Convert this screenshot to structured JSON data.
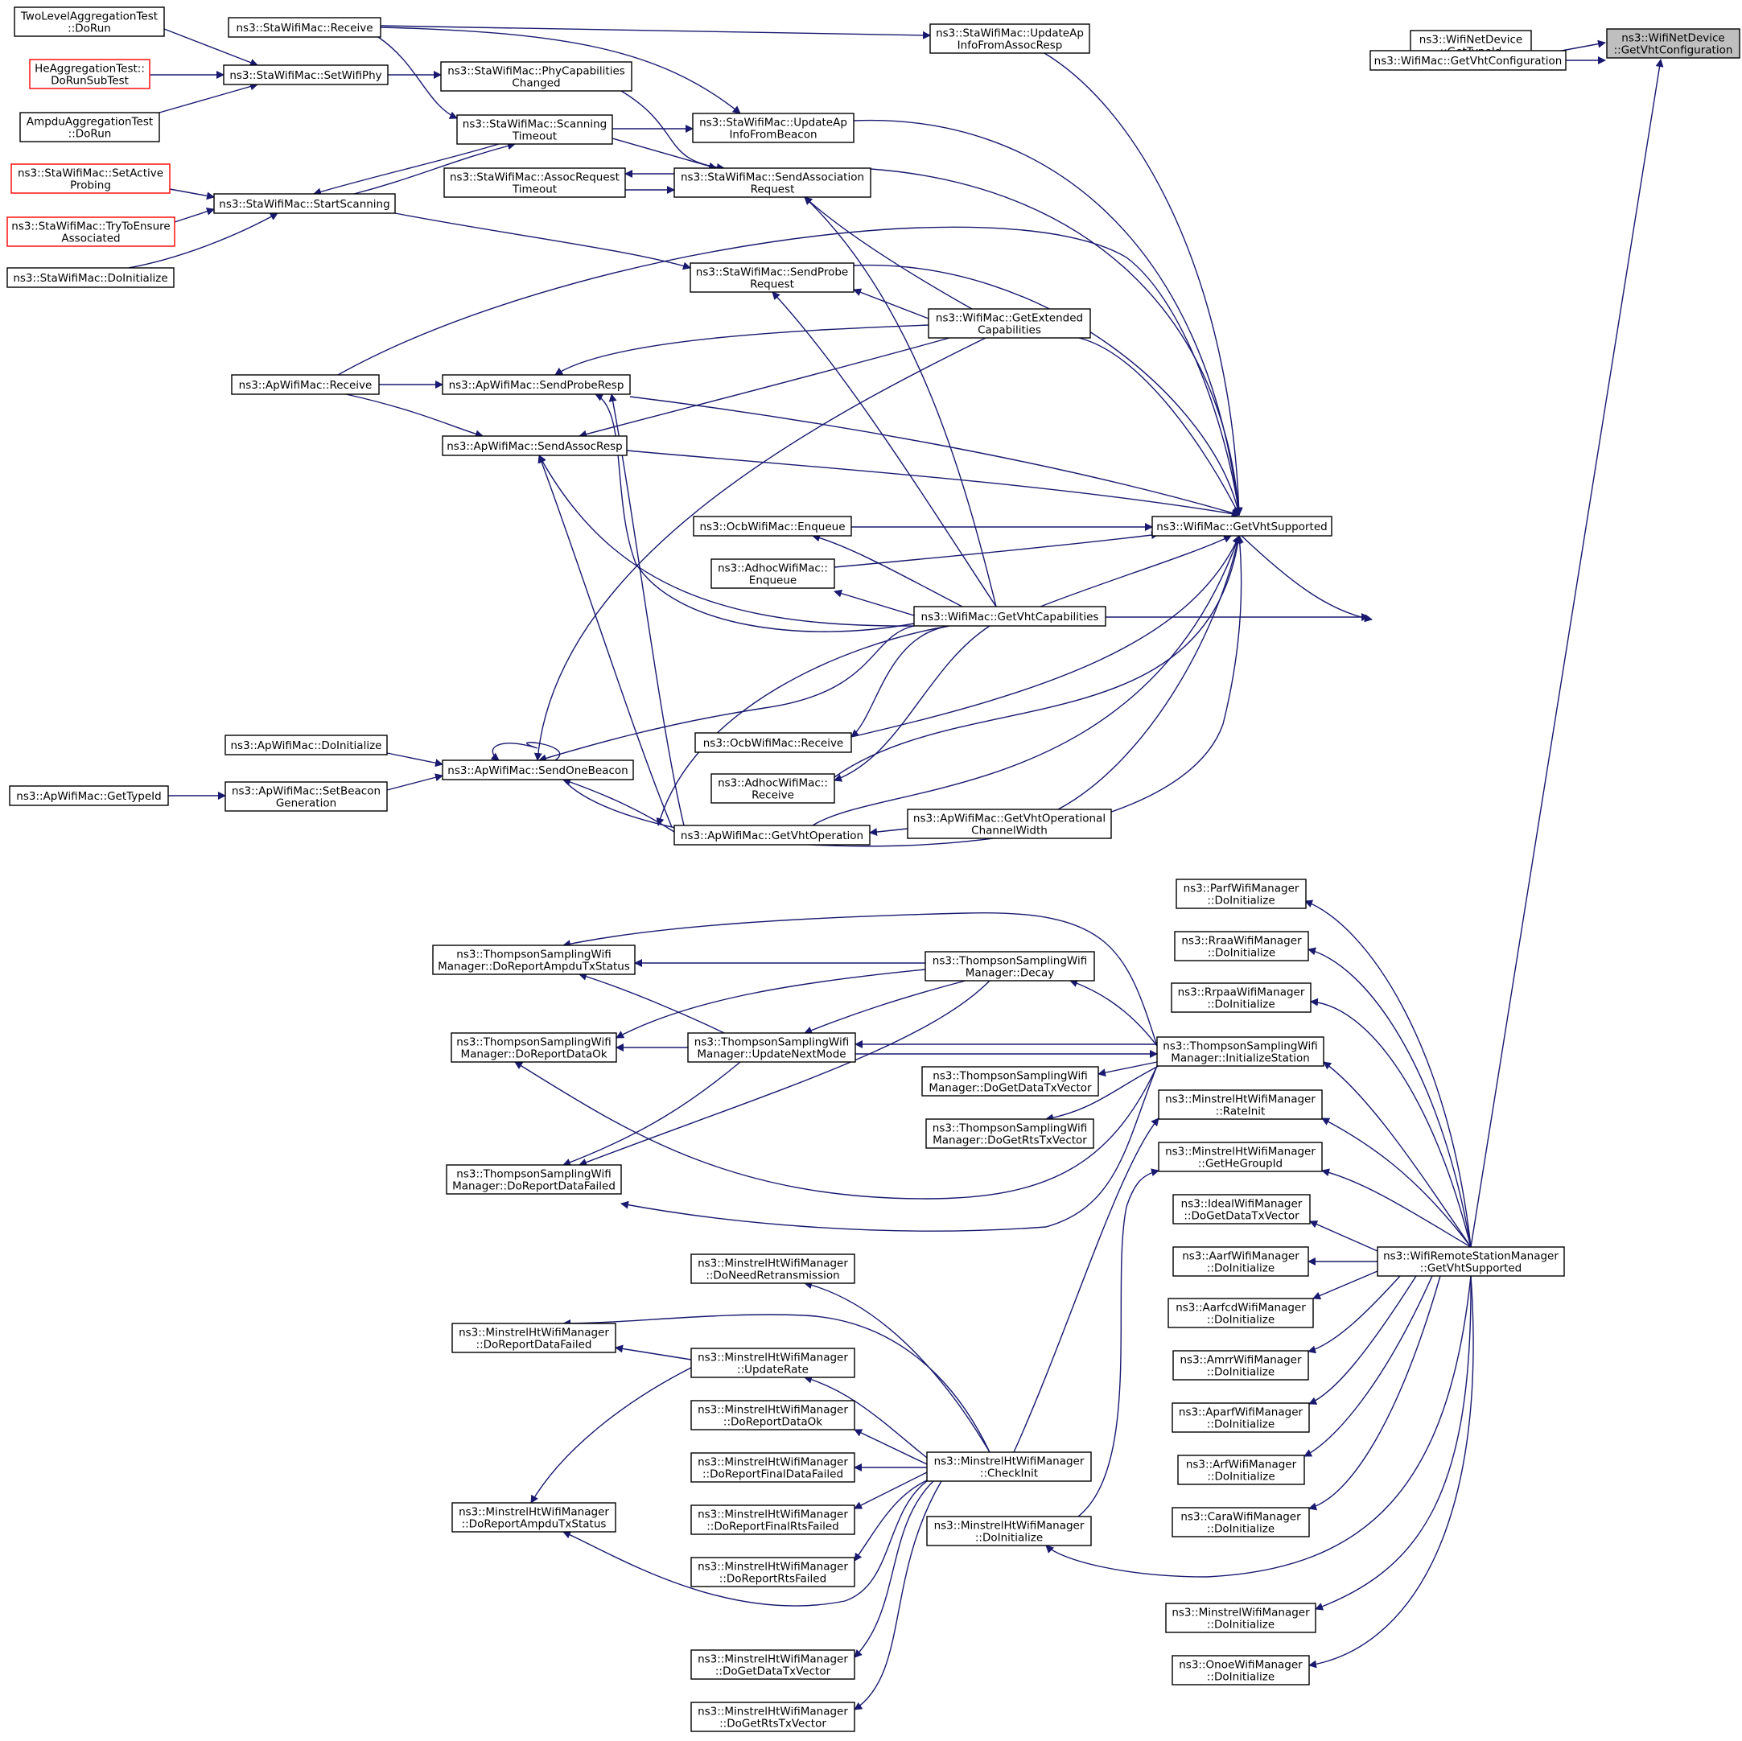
{
  "graph": {
    "edge_color": "#191970",
    "truncated_border_color": "#ff0000",
    "focus_fill": "#bfbfbf",
    "nodes": [
      {
        "id": "wnd_vht",
        "lines": [
          "ns3::WifiNetDevice",
          "::GetVhtConfiguration"
        ],
        "style": "focus"
      },
      {
        "id": "wnd_typeid",
        "lines": [
          "ns3::WifiNetDevice",
          "::GetTypeId"
        ]
      },
      {
        "id": "wm_vhtconf",
        "lines": [
          "ns3::WifiMac::GetVhtConfiguration"
        ]
      },
      {
        "id": "wrsm_vht",
        "lines": [
          "ns3::WifiRemoteStationManager",
          "::GetVhtSupported"
        ]
      },
      {
        "id": "wm_vhtsup",
        "lines": [
          "ns3::WifiMac::GetVhtSupported"
        ]
      },
      {
        "id": "wm_vhtcap",
        "lines": [
          "ns3::WifiMac::GetVhtCapabilities"
        ]
      },
      {
        "id": "wm_extcap",
        "lines": [
          "ns3::WifiMac::GetExtended",
          "Capabilities"
        ]
      },
      {
        "id": "sta_uapassoc",
        "lines": [
          "ns3::StaWifiMac::UpdateAp",
          "InfoFromAssocResp"
        ]
      },
      {
        "id": "sta_uapbeacon",
        "lines": [
          "ns3::StaWifiMac::UpdateAp",
          "InfoFromBeacon"
        ]
      },
      {
        "id": "sta_sendassoc",
        "lines": [
          "ns3::StaWifiMac::SendAssociation",
          "Request"
        ]
      },
      {
        "id": "sta_sendprobe",
        "lines": [
          "ns3::StaWifiMac::SendProbe",
          "Request"
        ]
      },
      {
        "id": "sta_receive",
        "lines": [
          "ns3::StaWifiMac::Receive"
        ]
      },
      {
        "id": "sta_setphy",
        "lines": [
          "ns3::StaWifiMac::SetWifiPhy"
        ]
      },
      {
        "id": "sta_phycap",
        "lines": [
          "ns3::StaWifiMac::PhyCapabilities",
          "Changed"
        ]
      },
      {
        "id": "sta_scantimeout",
        "lines": [
          "ns3::StaWifiMac::Scanning",
          "Timeout"
        ]
      },
      {
        "id": "sta_assoctimeout",
        "lines": [
          "ns3::StaWifiMac::AssocRequest",
          "Timeout"
        ]
      },
      {
        "id": "sta_startscan",
        "lines": [
          "ns3::StaWifiMac::StartScanning"
        ]
      },
      {
        "id": "tla_dorun",
        "lines": [
          "TwoLevelAggregationTest",
          "::DoRun"
        ]
      },
      {
        "id": "hea_dorunsub",
        "lines": [
          "HeAggregationTest::",
          "DoRunSubTest"
        ],
        "style": "truncated"
      },
      {
        "id": "ampdu_dorun",
        "lines": [
          "AmpduAggregationTest",
          "::DoRun"
        ]
      },
      {
        "id": "sta_setactive",
        "lines": [
          "ns3::StaWifiMac::SetActive",
          "Probing"
        ],
        "style": "truncated"
      },
      {
        "id": "sta_tryensure",
        "lines": [
          "ns3::StaWifiMac::TryToEnsure",
          "Associated"
        ],
        "style": "truncated"
      },
      {
        "id": "sta_doinit",
        "lines": [
          "ns3::StaWifiMac::DoInitialize"
        ]
      },
      {
        "id": "ap_receive",
        "lines": [
          "ns3::ApWifiMac::Receive"
        ]
      },
      {
        "id": "ap_sendprobe",
        "lines": [
          "ns3::ApWifiMac::SendProbeResp"
        ]
      },
      {
        "id": "ap_sendassoc",
        "lines": [
          "ns3::ApWifiMac::SendAssocResp"
        ]
      },
      {
        "id": "ocb_enqueue",
        "lines": [
          "ns3::OcbWifiMac::Enqueue"
        ]
      },
      {
        "id": "adhoc_enqueue",
        "lines": [
          "ns3::AdhocWifiMac::",
          "Enqueue"
        ]
      },
      {
        "id": "ocb_receive",
        "lines": [
          "ns3::OcbWifiMac::Receive"
        ]
      },
      {
        "id": "adhoc_receive",
        "lines": [
          "ns3::AdhocWifiMac::",
          "Receive"
        ]
      },
      {
        "id": "ap_doinit",
        "lines": [
          "ns3::ApWifiMac::DoInitialize"
        ]
      },
      {
        "id": "ap_sendbeacon",
        "lines": [
          "ns3::ApWifiMac::SendOneBeacon"
        ]
      },
      {
        "id": "ap_setbeacon",
        "lines": [
          "ns3::ApWifiMac::SetBeacon",
          "Generation"
        ]
      },
      {
        "id": "ap_typeid",
        "lines": [
          "ns3::ApWifiMac::GetTypeId"
        ]
      },
      {
        "id": "ap_vhtop",
        "lines": [
          "ns3::ApWifiMac::GetVhtOperation"
        ]
      },
      {
        "id": "ap_vhtopcw",
        "lines": [
          "ns3::ApWifiMac::GetVhtOperational",
          "ChannelWidth"
        ]
      },
      {
        "id": "parf_init",
        "lines": [
          "ns3::ParfWifiManager",
          "::DoInitialize"
        ]
      },
      {
        "id": "rraa_init",
        "lines": [
          "ns3::RraaWifiManager",
          "::DoInitialize"
        ]
      },
      {
        "id": "rrpaa_init",
        "lines": [
          "ns3::RrpaaWifiManager",
          "::DoInitialize"
        ]
      },
      {
        "id": "ts_initsta",
        "lines": [
          "ns3::ThompsonSamplingWifi",
          "Manager::InitializeStation"
        ]
      },
      {
        "id": "ts_decay",
        "lines": [
          "ns3::ThompsonSamplingWifi",
          "Manager::Decay"
        ]
      },
      {
        "id": "ts_updnext",
        "lines": [
          "ns3::ThompsonSamplingWifi",
          "Manager::UpdateNextMode"
        ]
      },
      {
        "id": "ts_ampdu",
        "lines": [
          "ns3::ThompsonSamplingWifi",
          "Manager::DoReportAmpduTxStatus"
        ]
      },
      {
        "id": "ts_dataok",
        "lines": [
          "ns3::ThompsonSamplingWifi",
          "Manager::DoReportDataOk"
        ]
      },
      {
        "id": "ts_datafailed",
        "lines": [
          "ns3::ThompsonSamplingWifi",
          "Manager::DoReportDataFailed"
        ]
      },
      {
        "id": "ts_datatx",
        "lines": [
          "ns3::ThompsonSamplingWifi",
          "Manager::DoGetDataTxVector"
        ]
      },
      {
        "id": "ts_rtstx",
        "lines": [
          "ns3::ThompsonSamplingWifi",
          "Manager::DoGetRtsTxVector"
        ]
      },
      {
        "id": "mht_rateinit",
        "lines": [
          "ns3::MinstrelHtWifiManager",
          "::RateInit"
        ]
      },
      {
        "id": "mht_hegroup",
        "lines": [
          "ns3::MinstrelHtWifiManager",
          "::GetHeGroupId"
        ]
      },
      {
        "id": "ideal_datatx",
        "lines": [
          "ns3::IdealWifiManager",
          "::DoGetDataTxVector"
        ]
      },
      {
        "id": "aarf_init",
        "lines": [
          "ns3::AarfWifiManager",
          "::DoInitialize"
        ]
      },
      {
        "id": "aarfcd_init",
        "lines": [
          "ns3::AarfcdWifiManager",
          "::DoInitialize"
        ]
      },
      {
        "id": "amrr_init",
        "lines": [
          "ns3::AmrrWifiManager",
          "::DoInitialize"
        ]
      },
      {
        "id": "aparf_init",
        "lines": [
          "ns3::AparfWifiManager",
          "::DoInitialize"
        ]
      },
      {
        "id": "arf_init",
        "lines": [
          "ns3::ArfWifiManager",
          "::DoInitialize"
        ]
      },
      {
        "id": "cara_init",
        "lines": [
          "ns3::CaraWifiManager",
          "::DoInitialize"
        ]
      },
      {
        "id": "minstrel_init",
        "lines": [
          "ns3::MinstrelWifiManager",
          "::DoInitialize"
        ]
      },
      {
        "id": "onoe_init",
        "lines": [
          "ns3::OnoeWifiManager",
          "::DoInitialize"
        ]
      },
      {
        "id": "mht_checkinit",
        "lines": [
          "ns3::MinstrelHtWifiManager",
          "::CheckInit"
        ]
      },
      {
        "id": "mht_doinit",
        "lines": [
          "ns3::MinstrelHtWifiManager",
          "::DoInitialize"
        ]
      },
      {
        "id": "mht_needretx",
        "lines": [
          "ns3::MinstrelHtWifiManager",
          "::DoNeedRetransmission"
        ]
      },
      {
        "id": "mht_datafailed",
        "lines": [
          "ns3::MinstrelHtWifiManager",
          "::DoReportDataFailed"
        ]
      },
      {
        "id": "mht_updaterate",
        "lines": [
          "ns3::MinstrelHtWifiManager",
          "::UpdateRate"
        ]
      },
      {
        "id": "mht_dataok",
        "lines": [
          "ns3::MinstrelHtWifiManager",
          "::DoReportDataOk"
        ]
      },
      {
        "id": "mht_finaldata",
        "lines": [
          "ns3::MinstrelHtWifiManager",
          "::DoReportFinalDataFailed"
        ]
      },
      {
        "id": "mht_finalrts",
        "lines": [
          "ns3::MinstrelHtWifiManager",
          "::DoReportFinalRtsFailed"
        ]
      },
      {
        "id": "mht_rtsfailed",
        "lines": [
          "ns3::MinstrelHtWifiManager",
          "::DoReportRtsFailed"
        ]
      },
      {
        "id": "mht_ampdu",
        "lines": [
          "ns3::MinstrelHtWifiManager",
          "::DoReportAmpduTxStatus"
        ]
      },
      {
        "id": "mht_datatx",
        "lines": [
          "ns3::MinstrelHtWifiManager",
          "::DoGetDataTxVector"
        ]
      },
      {
        "id": "mht_rtstx",
        "lines": [
          "ns3::MinstrelHtWifiManager",
          "::DoGetRtsTxVector"
        ]
      }
    ]
  }
}
